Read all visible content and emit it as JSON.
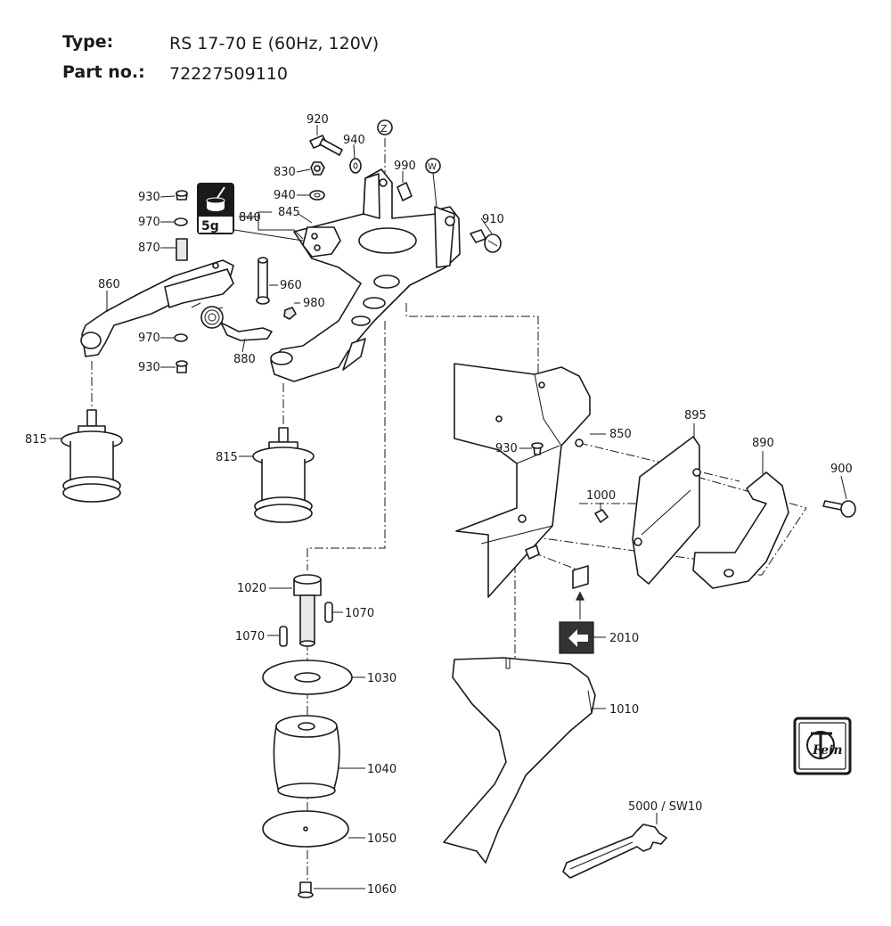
{
  "header": {
    "type_label": "Type:",
    "type_value": "RS 17-70 E (60Hz, 120V)",
    "partno_label": "Part no.:",
    "partno_value": "72227509110"
  },
  "view_markers": {
    "z": "Z",
    "w": "W"
  },
  "grease_badge": {
    "amount": "5g",
    "icon": "grease-pot-icon"
  },
  "brand_logo": {
    "text": "Fein"
  },
  "callouts": {
    "c920": "920",
    "c940a": "940",
    "c990": "990",
    "c830": "830",
    "c940b": "940",
    "c930a": "930",
    "c970a": "970",
    "c840": "840",
    "c845": "845",
    "c910": "910",
    "c870": "870",
    "c860": "860",
    "c960": "960",
    "c980": "980",
    "c970b": "970",
    "c880": "880",
    "c930b": "930",
    "c815a": "815",
    "c815b": "815",
    "c850": "850",
    "c930c": "930",
    "c895": "895",
    "c890": "890",
    "c900": "900",
    "c1000": "1000",
    "c1020": "1020",
    "c1070a": "1070",
    "c1070b": "1070",
    "c2010": "2010",
    "c1030": "1030",
    "c1010": "1010",
    "c1040": "1040",
    "c1050": "1050",
    "c1060": "1060",
    "c5000": "5000 / SW10"
  }
}
